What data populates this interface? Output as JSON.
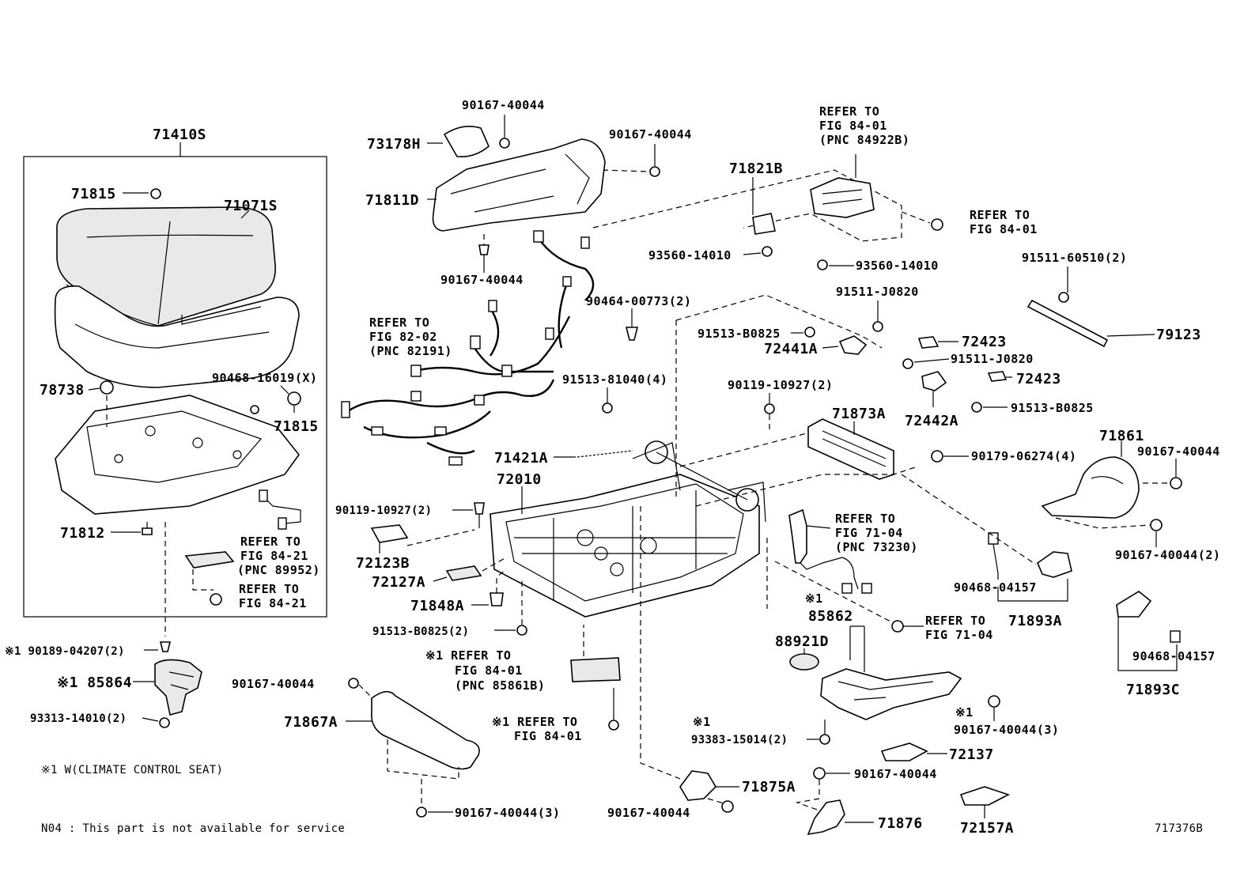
{
  "diagram_id": "717376B",
  "footnotes": {
    "climate": "※1 W(CLIMATE CONTROL SEAT)",
    "n04": "N04 : This part is not available for service"
  },
  "labels": {
    "l71410S": "71410S",
    "l71815a": "71815",
    "l71071S": "71071S",
    "l78738": "78738",
    "l90468_16019": "90468-16019(X)",
    "l71815b": "71815",
    "l71812": "71812",
    "ref8421a_1": "REFER TO",
    "ref8421a_2": "FIG 84-21",
    "ref8421a_3": "(PNC 89952)",
    "ref8421b_1": "REFER TO",
    "ref8421b_2": "FIG 84-21",
    "l90189": "※1 90189-04207(2)",
    "l85864": "※1 85864",
    "l93313": "93313-14010(2)",
    "l73178H": "73178H",
    "l90167_top1": "90167-40044",
    "l90167_top2": "90167-40044",
    "l71811D": "71811D",
    "l90167_under": "90167-40044",
    "ref8202_1": "REFER TO",
    "ref8202_2": "FIG 82-02",
    "ref8202_3": "(PNC 82191)",
    "l90464": "90464-00773(2)",
    "l91513_81040": "91513-81040(4)",
    "l71421A": "71421A",
    "l72010": "72010",
    "l90119_left": "90119-10927(2)",
    "l72123B": "72123B",
    "l72127A": "72127A",
    "l71848A": "71848A",
    "l91513_b0825_2": "91513-B0825(2)",
    "ref8401c_1": "※1 REFER TO",
    "ref8401c_2": "FIG 84-01",
    "ref8401c_3": "(PNC 85861B)",
    "l90167_mid": "90167-40044",
    "l71867A": "71867A",
    "ref8401d_1": "※1 REFER TO",
    "ref8401d_2": "FIG 84-01",
    "l90167_bot3": "90167-40044(3)",
    "ref8401a_1": "REFER TO",
    "ref8401a_2": "FIG 84-01",
    "ref8401a_3": "(PNC 84922B)",
    "l71821B": "71821B",
    "ref8401b_1": "REFER TO",
    "ref8401b_2": "FIG 84-01",
    "l93560a": "93560-14010",
    "l93560b": "93560-14010",
    "l91511_60510": "91511-60510(2)",
    "l91511_j0820a": "91511-J0820",
    "l91513_b0825a": "91513-B0825",
    "l72441A": "72441A",
    "l72423a": "72423",
    "l79123": "79123",
    "l91511_j0820b": "91511-J0820",
    "l72423b": "72423",
    "l90119_right": "90119-10927(2)",
    "l72442A": "72442A",
    "l91513_b0825b": "91513-B0825",
    "l71873A": "71873A",
    "l90179": "90179-06274(4)",
    "l71861": "71861",
    "l90167_r1": "90167-40044",
    "l90167_r2": "90167-40044(2)",
    "ref7104a_1": "REFER TO",
    "ref7104a_2": "FIG 71-04",
    "ref7104a_3": "(PNC 73230)",
    "l90468_04157a": "90468-04157",
    "l71893A": "71893A",
    "ref7104b_1": "REFER TO",
    "ref7104b_2": "FIG 71-04",
    "l85862_mark": "※1",
    "l85862": "85862",
    "l88921D": "88921D",
    "l90167_r3_mark": "※1",
    "l90167_r3": "90167-40044(3)",
    "l93383_mark": "※1",
    "l93383": "93383-15014(2)",
    "l72137": "72137",
    "l90167_b1": "90167-40044",
    "l71875A": "71875A",
    "l90167_b2": "90167-40044",
    "l71876": "71876",
    "l72157A": "72157A",
    "l90468_04157b": "90468-04157",
    "l71893C": "71893C"
  }
}
